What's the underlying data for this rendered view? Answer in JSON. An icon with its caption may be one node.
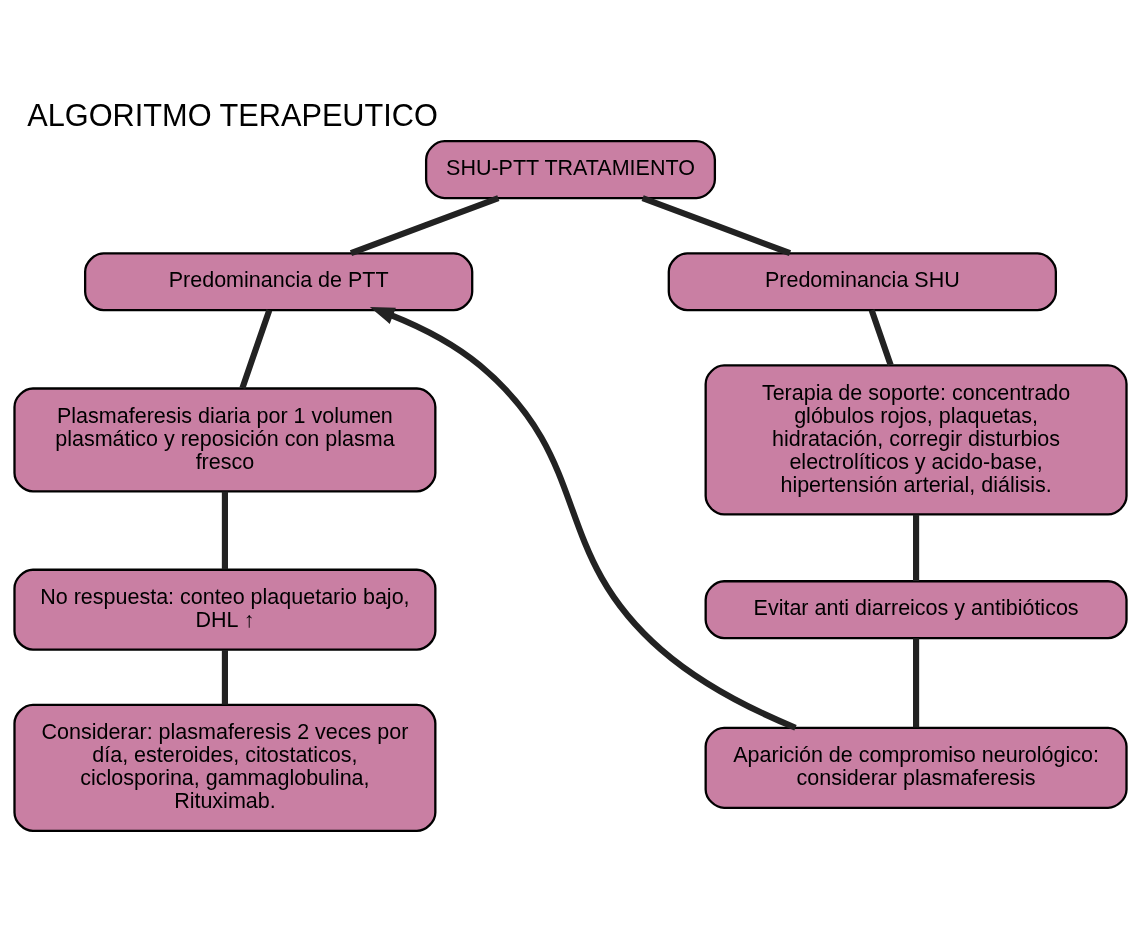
{
  "diagram": {
    "title": "ALGORITMO TERAPEUTICO",
    "nodes": [
      {
        "text": [
          "SHU-PTT TRATAMIENTO"
        ]
      },
      {
        "text": [
          "Predominancia de PTT"
        ]
      },
      {
        "text": [
          "Predominancia SHU"
        ]
      },
      {
        "text": [
          "Plasmaferesis diaria por 1 volumen plasmático y reposición con plasma fresco"
        ]
      },
      {
        "text": [
          "Terapia de soporte: concentrado glóbulos rojos, plaquetas, hidratación, corregir disturbios electrolíticos y acido-base, hipertensión arterial, diálisis."
        ]
      },
      {
        "text": [
          "No respuesta: conteo plaquetario bajo, DHL ↑"
        ]
      },
      {
        "text": [
          "Evitar anti diarreicos y antibióticos"
        ]
      },
      {
        "text": [
          "Considerar: plasmaferesis 2 veces por día, esteroides, citostaticos, ciclosporina, gammaglobulina, Rituximab."
        ]
      },
      {
        "text": [
          "Aparición de compromiso neurológico: considerar plasmaferesis"
        ]
      }
    ],
    "edges": [
      {
        "from": 0,
        "to": 1,
        "arrow": "none"
      },
      {
        "from": 0,
        "to": 2,
        "arrow": "none"
      },
      {
        "from": 1,
        "to": 3,
        "arrow": "none"
      },
      {
        "from": 3,
        "to": 5,
        "arrow": "none"
      },
      {
        "from": 5,
        "to": 7,
        "arrow": "none"
      },
      {
        "from": 2,
        "to": 4,
        "arrow": "none"
      },
      {
        "from": 4,
        "to": 6,
        "arrow": "none"
      },
      {
        "from": 6,
        "to": 8,
        "arrow": "none"
      },
      {
        "from": 8,
        "to": 1,
        "arrow": "to"
      }
    ]
  }
}
